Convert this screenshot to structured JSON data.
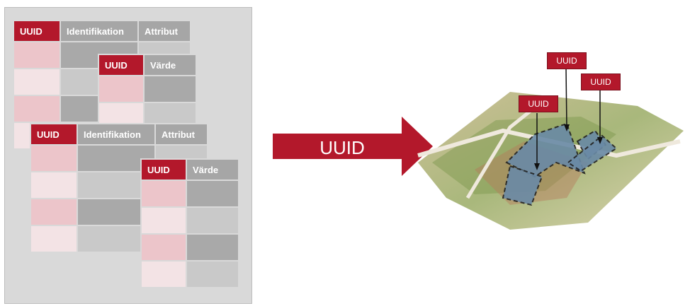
{
  "tables": {
    "t1": {
      "h1": "UUID",
      "h2": "Identifikation",
      "h3": "Attribut"
    },
    "t2": {
      "h1": "UUID",
      "h2": "Värde"
    },
    "t3": {
      "h1": "UUID",
      "h2": "Identifikation",
      "h3": "Attribut"
    },
    "t4": {
      "h1": "UUID",
      "h2": "Värde"
    }
  },
  "arrow": {
    "label": "UUID"
  },
  "map": {
    "tags": [
      "UUID",
      "UUID",
      "UUID"
    ]
  },
  "colors": {
    "accent": "#b3182b",
    "panel": "#d9d9d9",
    "header_grey": "#a6a6a6"
  }
}
